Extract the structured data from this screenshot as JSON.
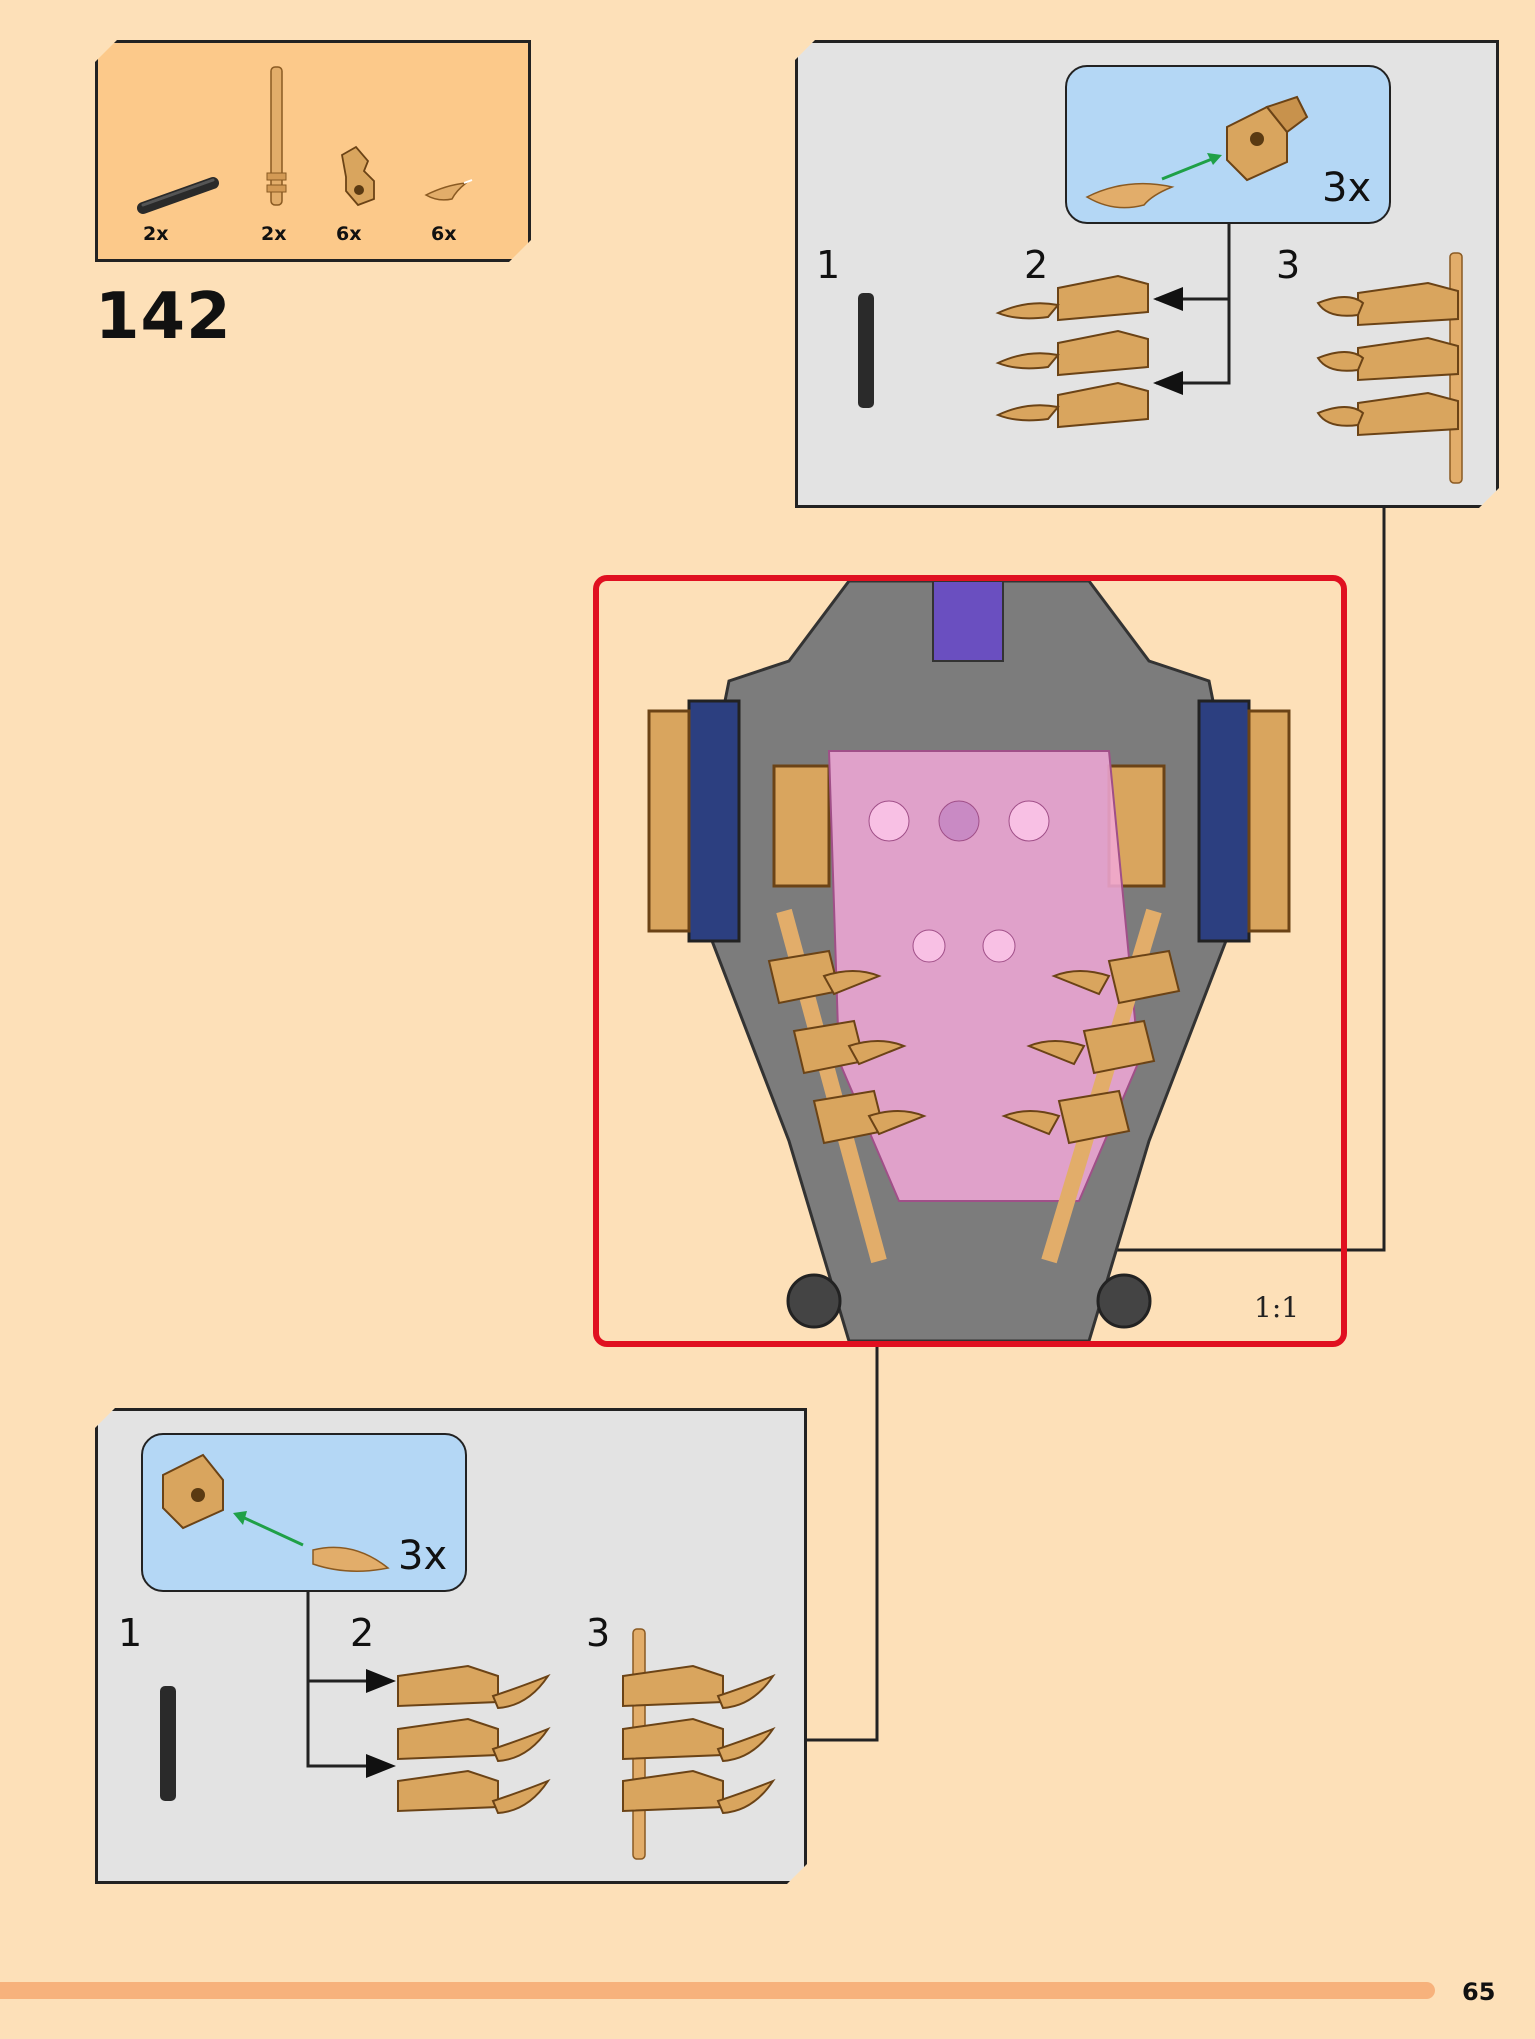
{
  "step_number": "142",
  "page_number": "65",
  "parts": [
    {
      "name": "axle-black",
      "qty": "2x"
    },
    {
      "name": "bar-tan",
      "qty": "2x"
    },
    {
      "name": "clip-bracket",
      "qty": "6x"
    },
    {
      "name": "tooth-horn",
      "qty": "6x"
    }
  ],
  "subassembly_top": {
    "callout_count": "3x",
    "steps": [
      "1",
      "2",
      "3"
    ]
  },
  "subassembly_bottom": {
    "callout_count": "3x",
    "steps": [
      "1",
      "2",
      "3"
    ]
  },
  "main_scale": "1:1",
  "colors": {
    "background": "#fde0b8",
    "parts_box": "#fcc98a",
    "panel": "#e3e3e3",
    "callout": "#b4d7f5",
    "frame": "#e01020",
    "gold": "#d9a55e",
    "arrow": "#1fa047"
  }
}
